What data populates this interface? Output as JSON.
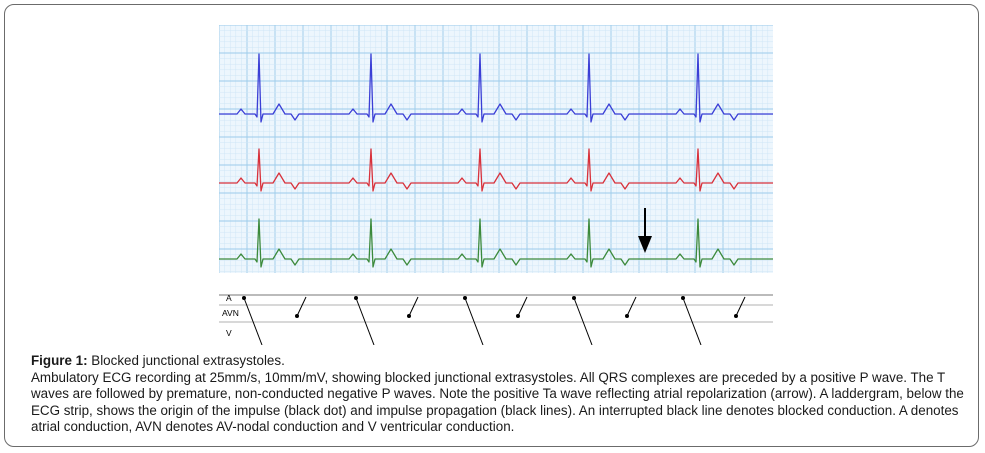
{
  "figure": {
    "ladder_labels": {
      "a": "A",
      "avn": "AVN",
      "v": "V"
    },
    "traces": [
      {
        "name": "blue-trace",
        "color": "#3b3fd6"
      },
      {
        "name": "red-trace",
        "color": "#d8323c"
      },
      {
        "name": "green-trace",
        "color": "#3c8a3c"
      }
    ],
    "grid_colors": {
      "minor": "#cfe6f6",
      "major": "#9ccbea",
      "background": "#edf6fd"
    },
    "beat_count": 5
  },
  "caption": {
    "label": "Figure 1:",
    "title": " Blocked junctional extrasystoles.",
    "body": "Ambulatory ECG recording at 25mm/s, 10mm/mV, showing blocked junctional extrasystoles. All QRS complexes are preceded by a positive P wave. The T waves are followed by premature, non-conducted negative P waves. Note the positive Ta wave reflecting atrial repolarization (arrow). A laddergram, below the ECG strip, shows the origin of the impulse (black dot) and impulse propagation (black lines). An interrupted black line denotes blocked conduction. A denotes atrial conduction, AVN denotes AV-nodal conduction and V ventricular conduction."
  }
}
